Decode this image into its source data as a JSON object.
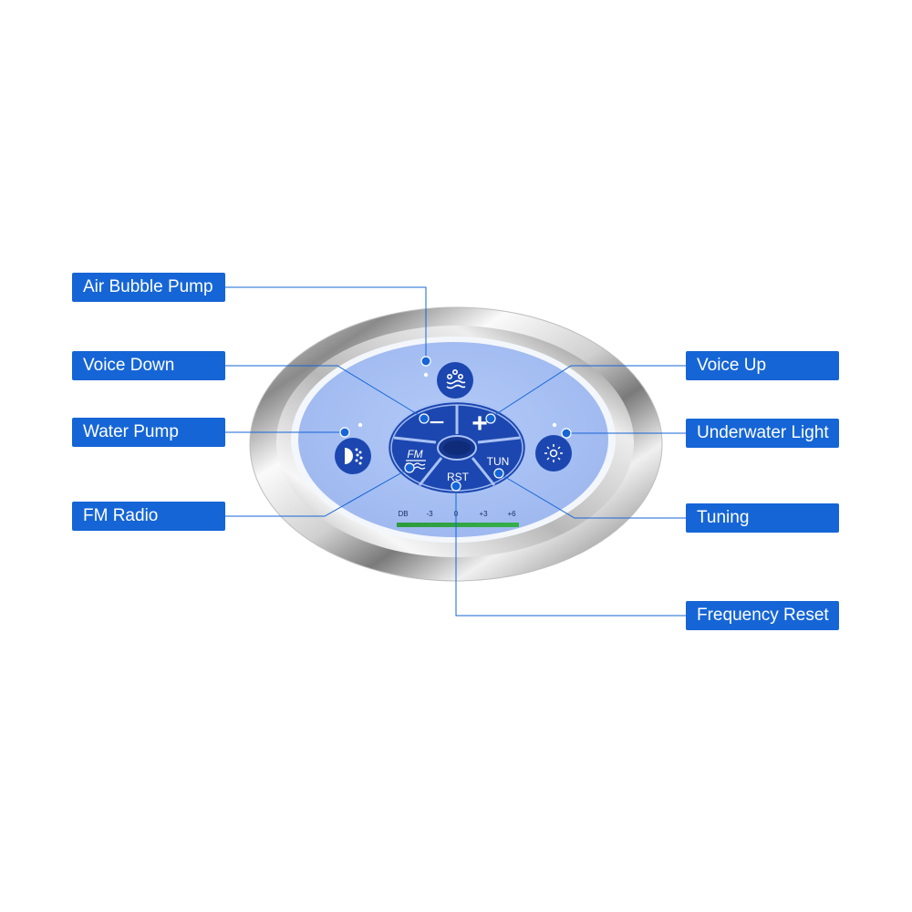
{
  "callouts": {
    "air_bubble_pump": "Air Bubble Pump",
    "voice_down": "Voice Down",
    "water_pump": "Water Pump",
    "fm_radio": "FM Radio",
    "voice_up": "Voice Up",
    "underwater_light": "Underwater Light",
    "tuning": "Tuning",
    "frequency_reset": "Frequency Reset"
  },
  "panel": {
    "minus_symbol": "−",
    "plus_symbol": "+",
    "fm_text": "FM",
    "tun_text": "TUN",
    "rst_text": "RST",
    "db_scale": [
      "DB",
      "-3",
      "0",
      "+3",
      "+6"
    ]
  },
  "icons": {
    "air_bubble_pump": "air-bubble-icon",
    "water_pump": "water-jet-icon",
    "underwater_light": "light-bulb-icon",
    "fm_radio": "fm-wave-icon"
  },
  "colors": {
    "label_bg": "#1565d6",
    "leader_line": "#1565d6",
    "panel_face": "#a9c2f5",
    "button": "#1c47b0",
    "level_bar_start": "#2e9a3c",
    "level_bar_end": "#35b04a"
  }
}
